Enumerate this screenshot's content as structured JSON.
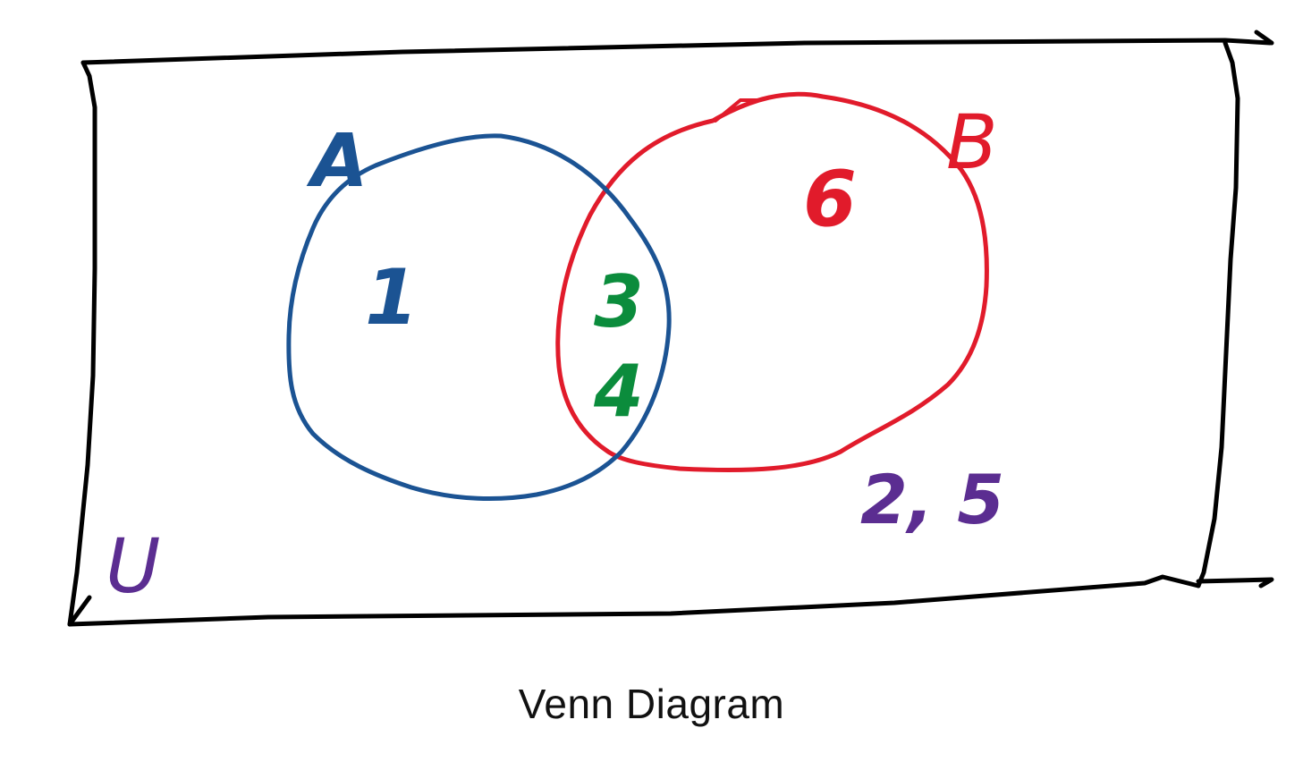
{
  "diagram": {
    "caption": "Venn Diagram",
    "universe": {
      "label": "U",
      "stroke_color": "#000000",
      "label_color": "#5b2d91"
    },
    "set_a": {
      "label": "A",
      "color": "#1b5393",
      "only_elements": "1"
    },
    "set_b": {
      "label": "B",
      "color": "#e11b2b",
      "only_elements": "6"
    },
    "intersection": {
      "elements": [
        "3",
        "4"
      ],
      "color": "#0b8c3c"
    },
    "outside": {
      "elements": "2, 5",
      "color": "#5b2d91"
    }
  }
}
